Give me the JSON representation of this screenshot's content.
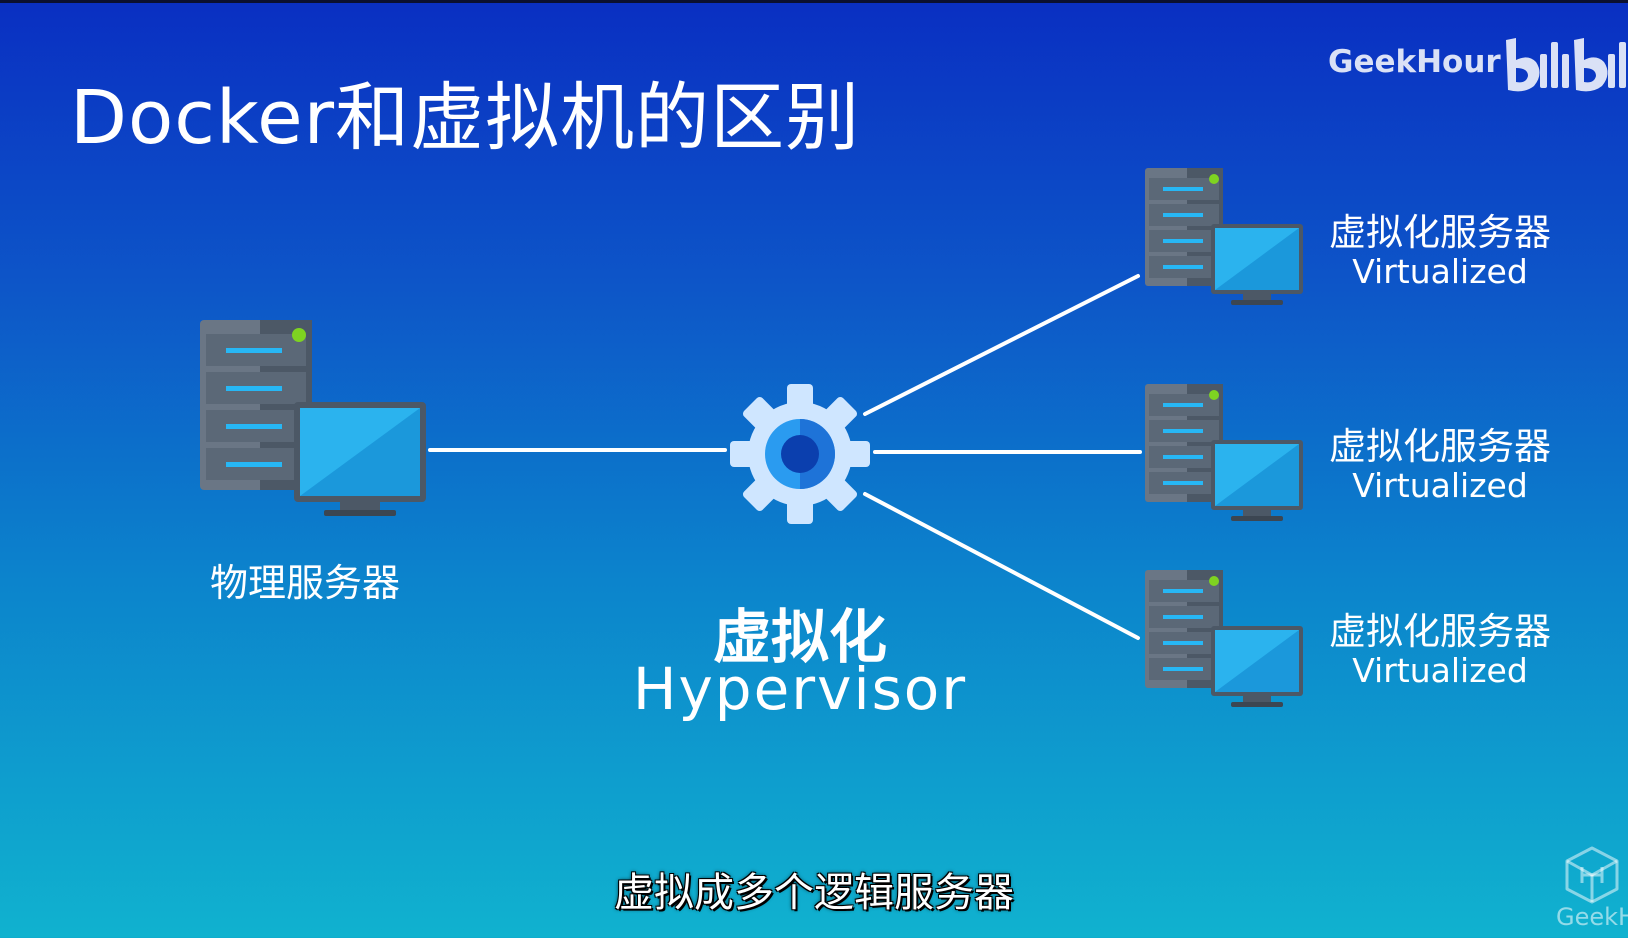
{
  "title": "Docker和虚拟机的区别",
  "watermark": {
    "text": "GeekHour",
    "logo": "bilibili"
  },
  "physical": {
    "label": "物理服务器",
    "icon": "server-with-monitor-icon"
  },
  "hypervisor": {
    "label_cn": "虚拟化",
    "label_en": "Hypervisor",
    "icon": "gear-icon"
  },
  "virtual_servers": [
    {
      "label_cn": "虚拟化服务器",
      "label_en": "Virtualized"
    },
    {
      "label_cn": "虚拟化服务器",
      "label_en": "Virtualized"
    },
    {
      "label_cn": "虚拟化服务器",
      "label_en": "Virtualized"
    }
  ],
  "subtitle": "虚拟成多个逻辑服务器",
  "corner_logo": {
    "text": "GeekHo"
  },
  "colors": {
    "bg_top": "#0a2fc2",
    "bg_bottom": "#10b2cf",
    "server_dark": "#4c5866",
    "server_light": "#6a7685",
    "screen": "#1f9fe6",
    "led": "#7ed321",
    "gear_light": "#cfe6ff",
    "gear_accent": "#1e88e5"
  }
}
